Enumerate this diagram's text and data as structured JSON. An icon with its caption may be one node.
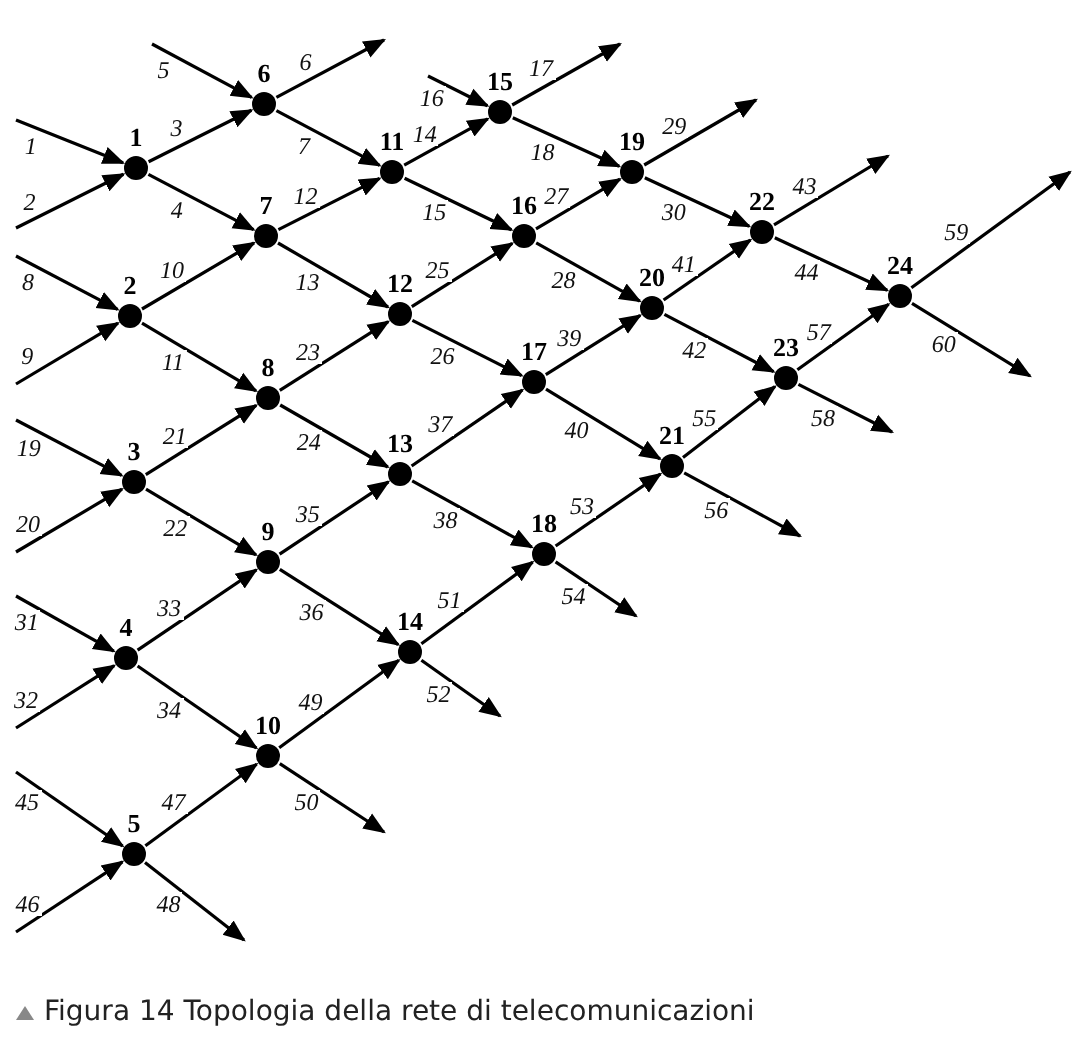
{
  "diagram": {
    "caption": "Figura 14 Topologia della rete di telecomunicazioni",
    "nodes": [
      {
        "text": [
          "1"
        ]
      },
      {
        "text": [
          "2"
        ]
      },
      {
        "text": [
          "3"
        ]
      },
      {
        "text": [
          "4"
        ]
      },
      {
        "text": [
          "5"
        ]
      },
      {
        "text": [
          "6"
        ]
      },
      {
        "text": [
          "7"
        ]
      },
      {
        "text": [
          "8"
        ]
      },
      {
        "text": [
          "9"
        ]
      },
      {
        "text": [
          "10"
        ]
      },
      {
        "text": [
          "11"
        ]
      },
      {
        "text": [
          "12"
        ]
      },
      {
        "text": [
          "13"
        ]
      },
      {
        "text": [
          "14"
        ]
      },
      {
        "text": [
          "15"
        ]
      },
      {
        "text": [
          "16"
        ]
      },
      {
        "text": [
          "17"
        ]
      },
      {
        "text": [
          "18"
        ]
      },
      {
        "text": [
          "19"
        ]
      },
      {
        "text": [
          "20"
        ]
      },
      {
        "text": [
          "21"
        ]
      },
      {
        "text": [
          "22"
        ]
      },
      {
        "text": [
          "23"
        ]
      },
      {
        "text": [
          "24"
        ]
      }
    ],
    "edges": [
      {
        "from": null,
        "to": 0,
        "arrow": "to",
        "label": "1"
      },
      {
        "from": null,
        "to": 0,
        "arrow": "to",
        "label": "2"
      },
      {
        "from": 0,
        "to": 5,
        "arrow": "to",
        "label": "3"
      },
      {
        "from": 0,
        "to": 6,
        "arrow": "to",
        "label": "4"
      },
      {
        "from": null,
        "to": 5,
        "arrow": "to",
        "label": "5"
      },
      {
        "from": 5,
        "to": null,
        "arrow": "to",
        "label": "6"
      },
      {
        "from": 5,
        "to": 10,
        "arrow": "to",
        "label": "7"
      },
      {
        "from": null,
        "to": 1,
        "arrow": "to",
        "label": "8"
      },
      {
        "from": null,
        "to": 1,
        "arrow": "to",
        "label": "9"
      },
      {
        "from": 1,
        "to": 6,
        "arrow": "to",
        "label": "10"
      },
      {
        "from": 1,
        "to": 7,
        "arrow": "to",
        "label": "11"
      },
      {
        "from": 6,
        "to": 10,
        "arrow": "to",
        "label": "12"
      },
      {
        "from": 6,
        "to": 11,
        "arrow": "to",
        "label": "13"
      },
      {
        "from": 10,
        "to": 14,
        "arrow": "to",
        "label": "14"
      },
      {
        "from": 10,
        "to": 15,
        "arrow": "to",
        "label": "15"
      },
      {
        "from": null,
        "to": 14,
        "arrow": "to",
        "label": "16"
      },
      {
        "from": 14,
        "to": null,
        "arrow": "to",
        "label": "17"
      },
      {
        "from": 14,
        "to": 18,
        "arrow": "to",
        "label": "18"
      },
      {
        "from": null,
        "to": 2,
        "arrow": "to",
        "label": "19"
      },
      {
        "from": null,
        "to": 2,
        "arrow": "to",
        "label": "20"
      },
      {
        "from": 2,
        "to": 7,
        "arrow": "to",
        "label": "21"
      },
      {
        "from": 2,
        "to": 8,
        "arrow": "to",
        "label": "22"
      },
      {
        "from": 7,
        "to": 11,
        "arrow": "to",
        "label": "23"
      },
      {
        "from": 7,
        "to": 12,
        "arrow": "to",
        "label": "24"
      },
      {
        "from": 11,
        "to": 15,
        "arrow": "to",
        "label": "25"
      },
      {
        "from": 11,
        "to": 16,
        "arrow": "to",
        "label": "26"
      },
      {
        "from": 15,
        "to": 18,
        "arrow": "to",
        "label": "27"
      },
      {
        "from": 15,
        "to": 19,
        "arrow": "to",
        "label": "28"
      },
      {
        "from": 18,
        "to": null,
        "arrow": "to",
        "label": "29"
      },
      {
        "from": 18,
        "to": 21,
        "arrow": "to",
        "label": "30"
      },
      {
        "from": null,
        "to": 3,
        "arrow": "to",
        "label": "31"
      },
      {
        "from": null,
        "to": 3,
        "arrow": "to",
        "label": "32"
      },
      {
        "from": 3,
        "to": 8,
        "arrow": "to",
        "label": "33"
      },
      {
        "from": 3,
        "to": 9,
        "arrow": "to",
        "label": "34"
      },
      {
        "from": 8,
        "to": 12,
        "arrow": "to",
        "label": "35"
      },
      {
        "from": 8,
        "to": 13,
        "arrow": "to",
        "label": "36"
      },
      {
        "from": 12,
        "to": 16,
        "arrow": "to",
        "label": "37"
      },
      {
        "from": 12,
        "to": 17,
        "arrow": "to",
        "label": "38"
      },
      {
        "from": 16,
        "to": 19,
        "arrow": "to",
        "label": "39"
      },
      {
        "from": 16,
        "to": 20,
        "arrow": "to",
        "label": "40"
      },
      {
        "from": 19,
        "to": 21,
        "arrow": "to",
        "label": "41"
      },
      {
        "from": 19,
        "to": 22,
        "arrow": "to",
        "label": "42"
      },
      {
        "from": 21,
        "to": null,
        "arrow": "to",
        "label": "43"
      },
      {
        "from": 21,
        "to": 23,
        "arrow": "to",
        "label": "44"
      },
      {
        "from": null,
        "to": 4,
        "arrow": "to",
        "label": "45"
      },
      {
        "from": null,
        "to": 4,
        "arrow": "to",
        "label": "46"
      },
      {
        "from": 4,
        "to": 9,
        "arrow": "to",
        "label": "47"
      },
      {
        "from": 4,
        "to": null,
        "arrow": "to",
        "label": "48"
      },
      {
        "from": 9,
        "to": 13,
        "arrow": "to",
        "label": "49"
      },
      {
        "from": 9,
        "to": null,
        "arrow": "to",
        "label": "50"
      },
      {
        "from": 13,
        "to": 17,
        "arrow": "to",
        "label": "51"
      },
      {
        "from": 13,
        "to": null,
        "arrow": "to",
        "label": "52"
      },
      {
        "from": 17,
        "to": 20,
        "arrow": "to",
        "label": "53"
      },
      {
        "from": 17,
        "to": null,
        "arrow": "to",
        "label": "54"
      },
      {
        "from": 20,
        "to": 22,
        "arrow": "to",
        "label": "55"
      },
      {
        "from": 20,
        "to": null,
        "arrow": "to",
        "label": "56"
      },
      {
        "from": 22,
        "to": 23,
        "arrow": "to",
        "label": "57"
      },
      {
        "from": 22,
        "to": null,
        "arrow": "to",
        "label": "58"
      },
      {
        "from": 23,
        "to": null,
        "arrow": "to",
        "label": "59"
      },
      {
        "from": 23,
        "to": null,
        "arrow": "to",
        "label": "60"
      }
    ]
  }
}
